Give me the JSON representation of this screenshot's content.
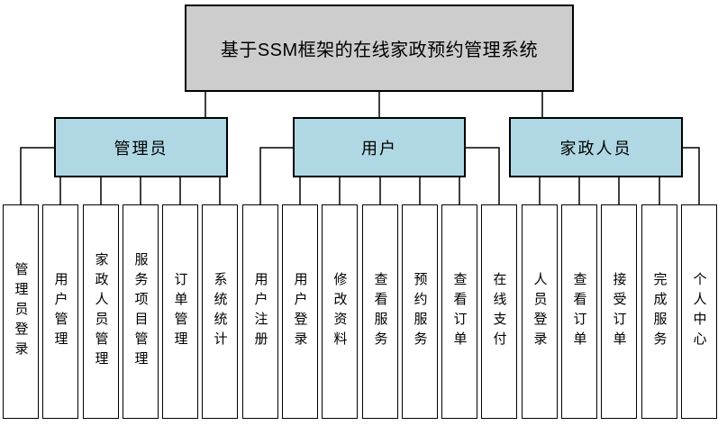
{
  "diagram": {
    "title": "基于SSM框架的在线家政预约管理系统",
    "groups": [
      {
        "label": "管理员",
        "children": [
          "管理员登录",
          "用户管理",
          "家政人员管理",
          "服务项目管理",
          "订单管理",
          "系统统计"
        ]
      },
      {
        "label": "用户",
        "children": [
          "用户注册",
          "用户登录",
          "修改资料",
          "查看服务",
          "预约服务",
          "查看订单",
          "在线支付"
        ]
      },
      {
        "label": "家政人员",
        "children": [
          "人员登录",
          "查看订单",
          "接受订单",
          "完成服务",
          "个人中心"
        ]
      }
    ],
    "colors": {
      "title_fill": "#CDCDCD",
      "group_fill": "#AFD8E4",
      "leaf_fill": "#FFFFFF",
      "line": "#000000"
    }
  }
}
